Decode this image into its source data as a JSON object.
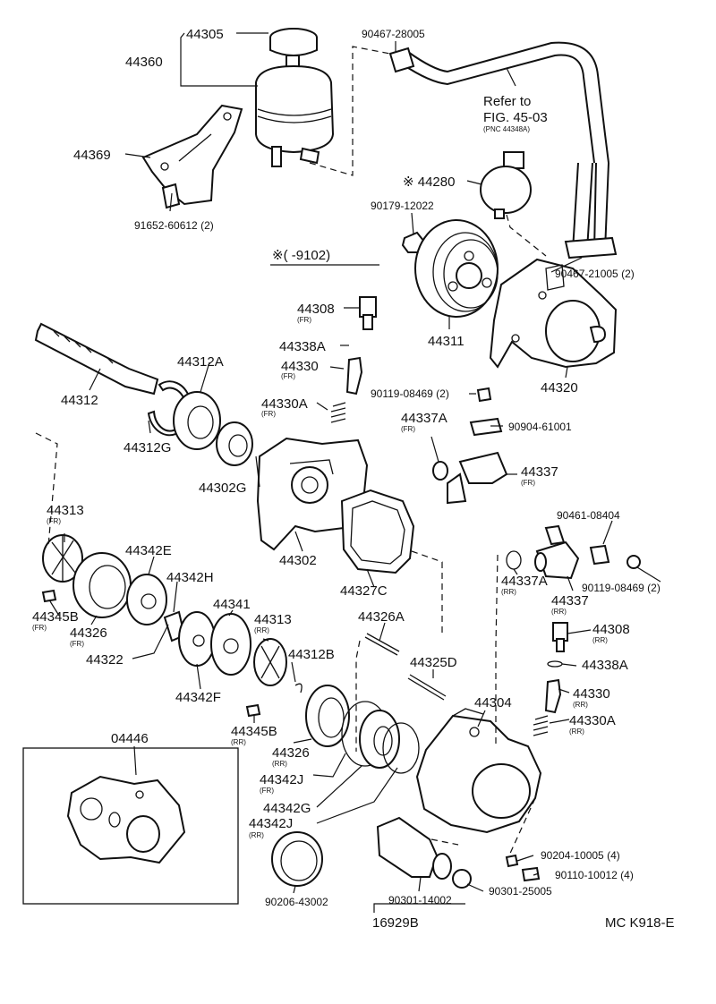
{
  "labels": {
    "p44305": "44305",
    "p44360": "44360",
    "p90467_28005": "90467-28005",
    "refer_to": "Refer to",
    "fig_ref": "FIG. 45-03",
    "pnc_ref": "(PNC 44348A)",
    "p44369": "44369",
    "star_44280": "※ 44280",
    "p90179_12022": "90179-12022",
    "p91652_60612": "91652-60612 (2)",
    "star_range": "※(      -9102)",
    "p90467_21005": "90467-21005 (2)",
    "p44308_fr": "44308",
    "fr1": "(FR)",
    "p44338A_top": "44338A",
    "p44311": "44311",
    "p44330_fr": "44330",
    "fr2": "(FR)",
    "p44312A": "44312A",
    "p44320": "44320",
    "p44312": "44312",
    "p90119_08469_top": "90119-08469 (2)",
    "p44330A_fr": "44330A",
    "fr3": "(FR)",
    "p44337A_fr": "44337A",
    "fr4": "(FR)",
    "p90904_61001": "90904-61001",
    "p44312G": "44312G",
    "p44337_fr": "44337",
    "fr5": "(FR)",
    "p44302G": "44302G",
    "p44313_fr": "44313",
    "fr6": "(FR)",
    "p90461_08404": "90461-08404",
    "p44342E": "44342E",
    "p44302": "44302",
    "p44337A_rr": "44337A",
    "rr1": "(RR)",
    "p90119_08469_bot": "90119-08469 (2)",
    "p44342H": "44342H",
    "p44327C": "44327C",
    "p44337_rr": "44337",
    "rr2": "(RR)",
    "p44345B_fr": "44345B",
    "fr7": "(FR)",
    "p44341": "44341",
    "p44326A": "44326A",
    "p44308_rr": "44308",
    "rr3": "(RR)",
    "p44313_rr": "44313",
    "rr4": "(RR)",
    "p44326_fr": "44326",
    "fr8": "(FR)",
    "p44322": "44322",
    "p44338A_bot": "44338A",
    "p44312B": "44312B",
    "p44325D": "44325D",
    "p44330_rr": "44330",
    "rr5": "(RR)",
    "p44342F": "44342F",
    "p44304": "44304",
    "p44330A_rr": "44330A",
    "rr6": "(RR)",
    "p44345B_rr": "44345B",
    "rr7": "(RR)",
    "p04446": "04446",
    "p44326_rr": "44326",
    "rr8": "(RR)",
    "p44342J_fr": "44342J",
    "fr9": "(FR)",
    "p44342G": "44342G",
    "p44342J_rr": "44342J",
    "rr9": "(RR)",
    "p90204_10005": "90204-10005 (4)",
    "p90110_10012": "90110-10012 (4)",
    "p90206_43002": "90206-43002",
    "p90301_14002": "90301-14002",
    "p90301_25005": "90301-25005",
    "p16929B": "16929B",
    "code": "MC K918-E"
  }
}
